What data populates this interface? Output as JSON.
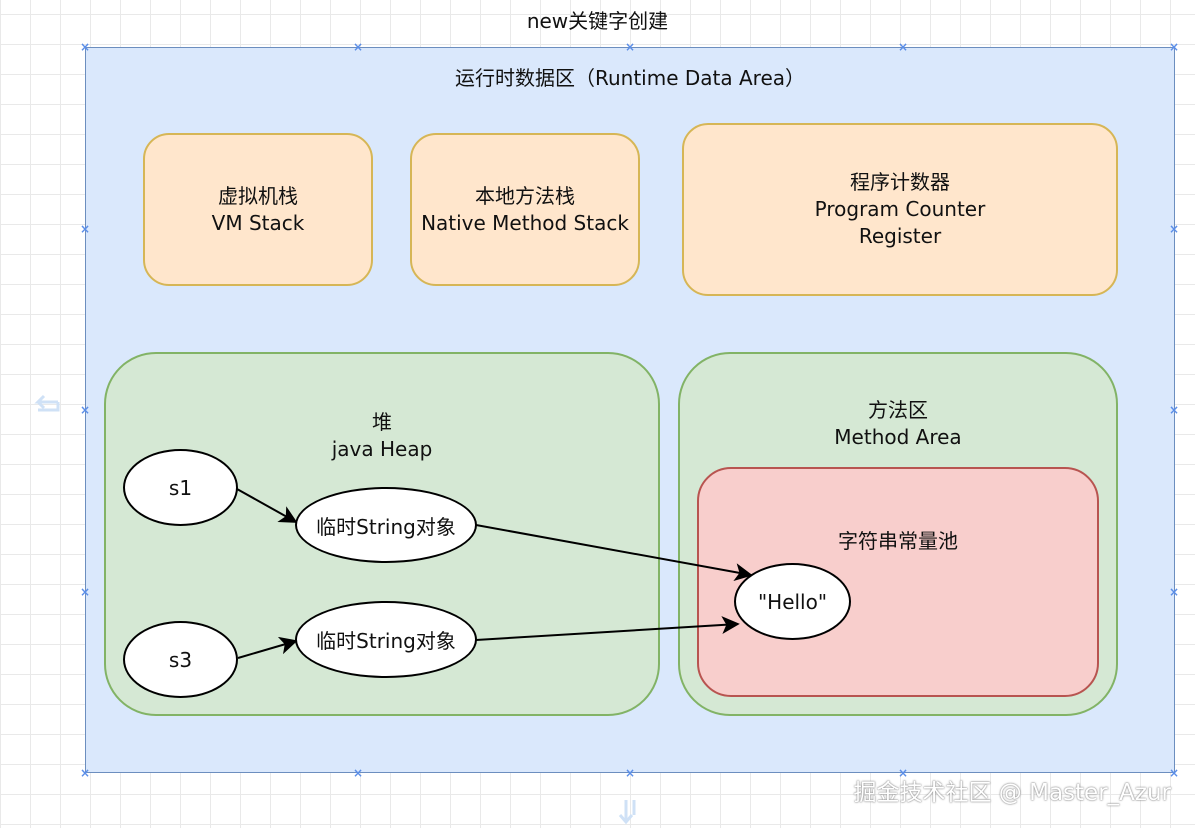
{
  "title": "new关键字创建",
  "runtime_area": {
    "label": "运行时数据区（Runtime Data Area）"
  },
  "vm_stack": {
    "line1": "虚拟机栈",
    "line2": "VM Stack"
  },
  "native_stack": {
    "line1": "本地方法栈",
    "line2": "Native Method Stack"
  },
  "program_counter": {
    "line1": "程序计数器",
    "line2": "Program Counter",
    "line3": "Register"
  },
  "heap": {
    "line1": "堆",
    "line2": "java Heap",
    "var_s1": "s1",
    "var_s3": "s3",
    "temp_obj_1": "临时String对象",
    "temp_obj_2": "临时String对象"
  },
  "method_area": {
    "line1": "方法区",
    "line2": "Method Area",
    "string_pool": "字符串常量池",
    "hello": "\"Hello\""
  },
  "watermark": "掘金技术社区 @ Master_Azur",
  "colors": {
    "outer_fill": "#dae8fc",
    "outer_stroke": "#6c8ebf",
    "orange_fill": "#ffe6cc",
    "orange_stroke": "#d6b656",
    "green_fill": "#d5e8d4",
    "green_stroke": "#82b366",
    "red_fill": "#f8cecc",
    "red_stroke": "#b85450"
  }
}
